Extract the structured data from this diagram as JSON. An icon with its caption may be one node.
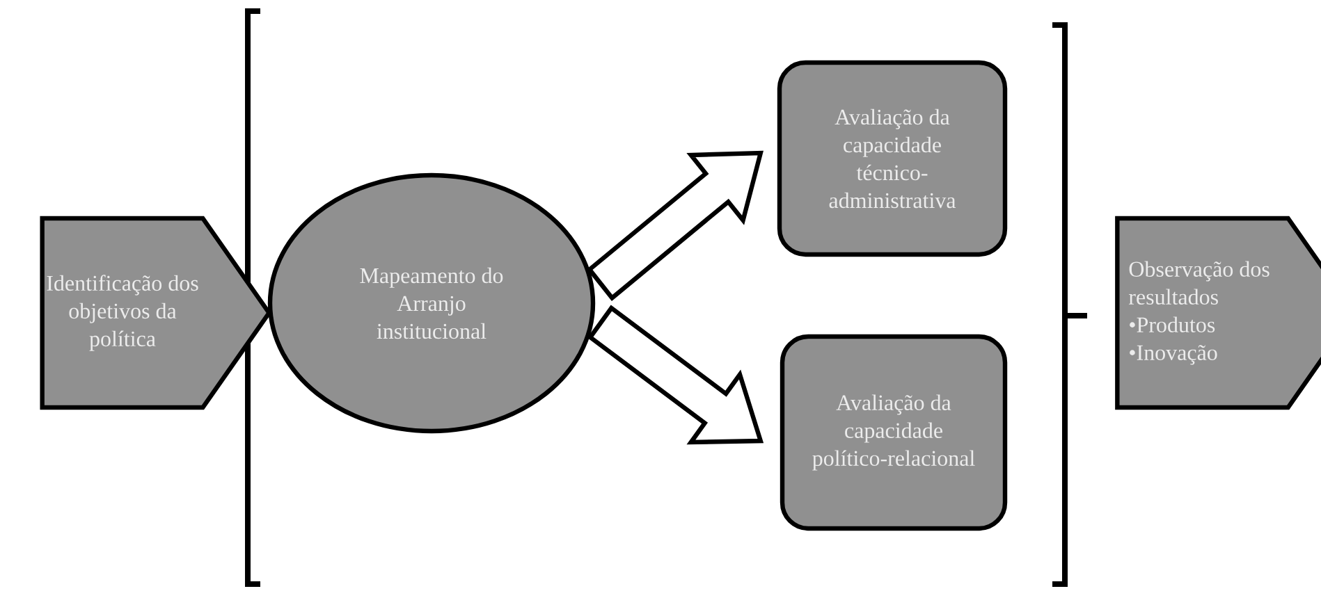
{
  "diagram": {
    "nodes": [
      {
        "text": [
          "Identificação dos objetivos da política"
        ]
      },
      {
        "text": [
          "Mapeamento do Arranjo institucional"
        ]
      },
      {
        "text": [
          "Avaliação da capacidade técnico-administrativa"
        ]
      },
      {
        "text": [
          "Avaliação da capacidade político-relacional"
        ]
      },
      {
        "text": [
          "Observação dos resultados",
          "•Produtos",
          "•Inovação"
        ]
      }
    ],
    "edges": [
      {
        "from": 1,
        "to": 2,
        "arrow": "to"
      },
      {
        "from": 1,
        "to": 3,
        "arrow": "to"
      }
    ]
  }
}
